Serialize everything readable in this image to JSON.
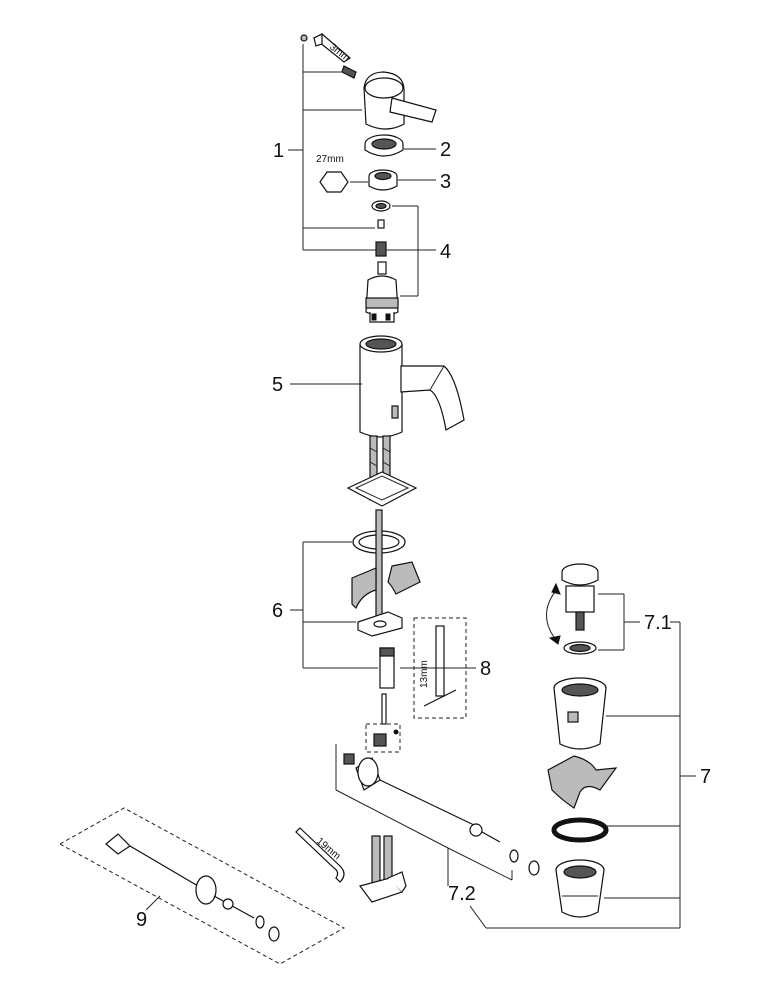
{
  "callouts": {
    "c1": "1",
    "c2": "2",
    "c3": "3",
    "c4": "4",
    "c5": "5",
    "c6": "6",
    "c7": "7",
    "c7_1": "7.1",
    "c7_2": "7.2",
    "c8": "8",
    "c9": "9"
  },
  "dimensions": {
    "hex_key": "3mm",
    "nut": "27mm",
    "wrench_8": "13mm",
    "wrench_19": "19mm"
  }
}
